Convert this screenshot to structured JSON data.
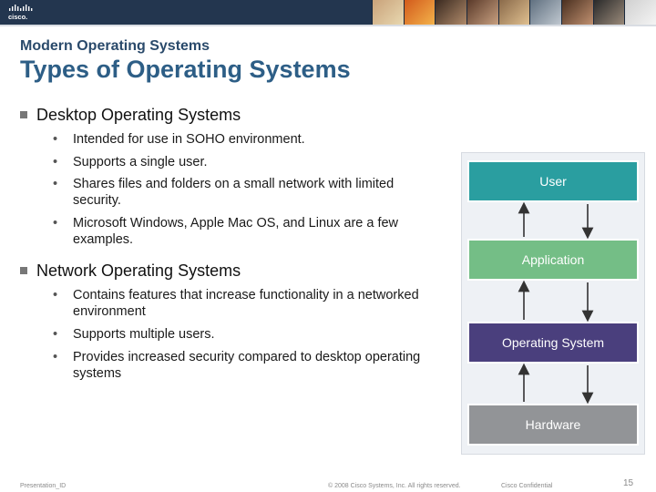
{
  "header": {
    "logo_text": "cisco.",
    "colors": {
      "band": "#23364f"
    }
  },
  "slide": {
    "subtitle": "Modern Operating Systems",
    "title": "Types of Operating Systems"
  },
  "bullets": [
    {
      "label": "Desktop Operating Systems",
      "items": [
        "Intended for use in SOHO environment.",
        "Supports a single user.",
        "Shares files and folders on a small network with limited security.",
        "Microsoft Windows, Apple Mac OS, and Linux are a few examples."
      ]
    },
    {
      "label": "Network Operating Systems",
      "items": [
        "Contains features that increase functionality in a networked environment",
        "Supports multiple users.",
        "Provides increased security compared to desktop operating systems"
      ]
    }
  ],
  "diagram": {
    "layers": [
      {
        "label": "User",
        "color": "#2a9ea0"
      },
      {
        "label": "Application",
        "color": "#74be86"
      },
      {
        "label": "Operating System",
        "color": "#4a3f7d"
      },
      {
        "label": "Hardware",
        "color": "#929497"
      }
    ]
  },
  "footer": {
    "presentation_id": "Presentation_ID",
    "copyright": "© 2008 Cisco Systems, Inc. All rights reserved.",
    "confidential": "Cisco Confidential",
    "page_number": "15"
  }
}
